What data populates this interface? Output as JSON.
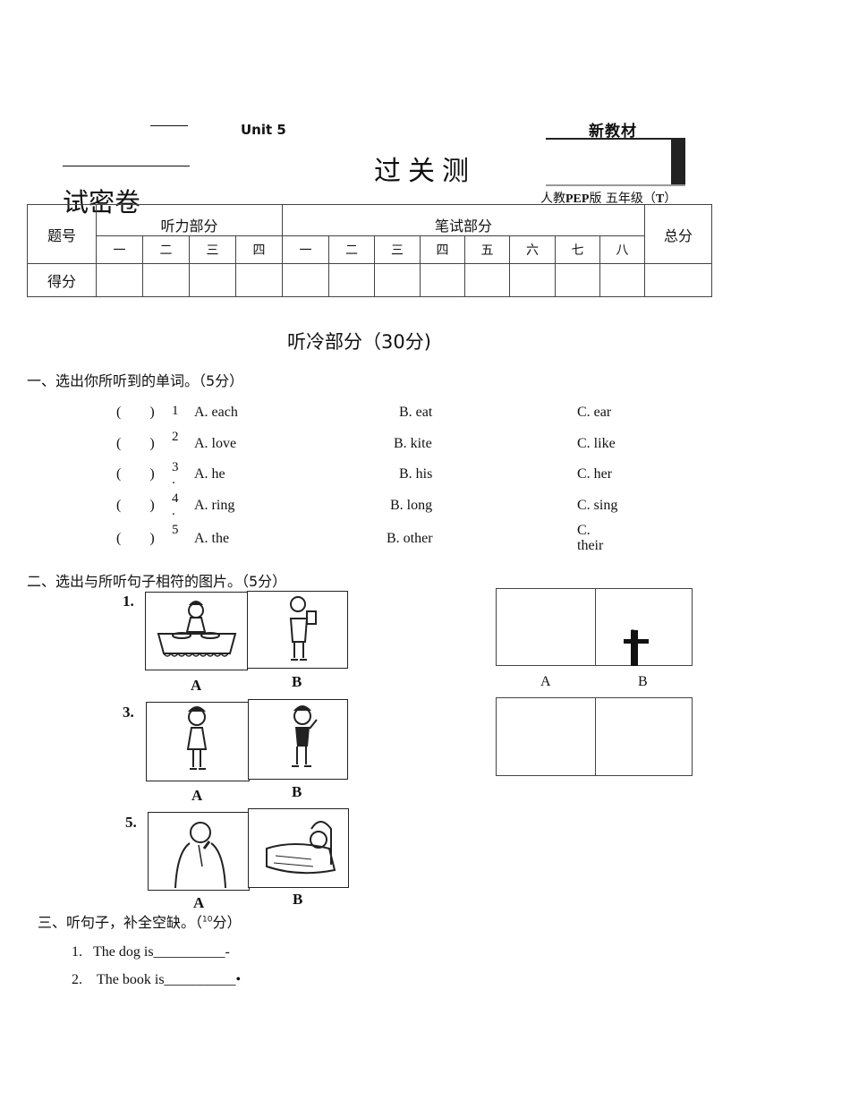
{
  "header": {
    "unit": "Unit 5",
    "title": "过关测",
    "title_line2": "试密卷",
    "badge_text": "新教材",
    "edition_prefix": "人教",
    "edition_pep": "PEP",
    "edition_suffix": "版 五年级（",
    "edition_t": "T",
    "edition_close": "）"
  },
  "score_table": {
    "label_qnum": "题号",
    "label_listening": "听力部分",
    "label_writing": "笔试部分",
    "label_total": "总分",
    "label_score": "得分",
    "listening_cols": [
      "一",
      "二",
      "三",
      "四"
    ],
    "writing_cols": [
      "一",
      "二",
      "三",
      "四",
      "五",
      "六",
      "七",
      "八"
    ]
  },
  "listening_heading": "听冷部分（30分)",
  "section1": {
    "title": "一、选出你所听到的单词。（5分）",
    "rows": [
      {
        "paren": "(        )",
        "num": "1",
        "a": "A. each",
        "b": "B. eat",
        "c": "C. ear"
      },
      {
        "paren": "(        )",
        "num": "2",
        "a": "A. love",
        "b": "B. kite",
        "c": "C. like"
      },
      {
        "paren": "(        )",
        "num": "3\n.",
        "a": "A. he",
        "b": "B. his",
        "c": "C. her"
      },
      {
        "paren": "(        )",
        "num": "4\n.",
        "a": "A. ring",
        "b": "B. long",
        "c": "C. sing"
      },
      {
        "paren": "(        )",
        "num": "5",
        "a": "A. the",
        "b": "B. other",
        "c": "C.\ntheir"
      }
    ]
  },
  "section2": {
    "title": "二、选出与所听句子相符的图片。（5分）",
    "groups": [
      {
        "num": "1.",
        "a": "A",
        "b": "B"
      },
      {
        "num": "3.",
        "a": "A",
        "b": "B"
      },
      {
        "num": "5.",
        "a": "A",
        "b": "B"
      }
    ],
    "right_a": "A",
    "right_b": "B"
  },
  "section3": {
    "title": "三、听句子，补全空缺。（",
    "title_sup": "10",
    "title_end": "分）",
    "items": [
      {
        "num": "1.",
        "text": "The dog is__________-"
      },
      {
        "num": "2.",
        "text": "The book is__________•"
      }
    ]
  }
}
